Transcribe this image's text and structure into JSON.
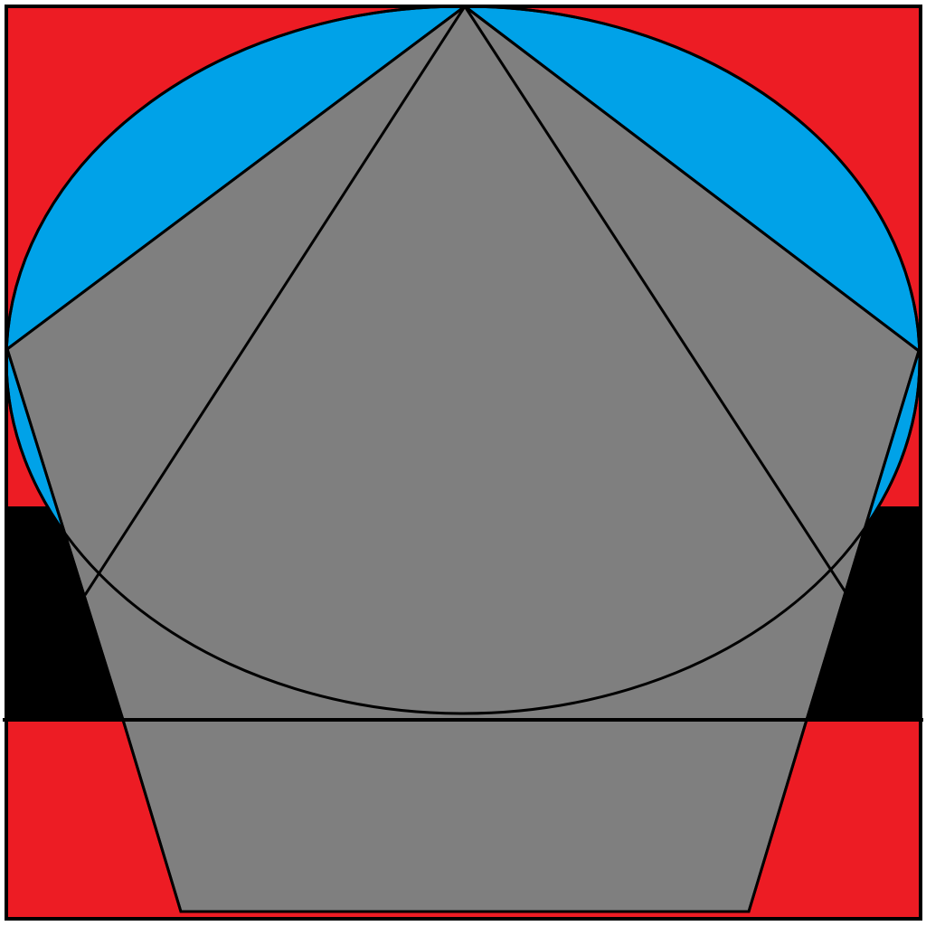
{
  "colors": {
    "red": "#ED1C24",
    "blue": "#00A2E8",
    "gray": "#7F7F7F",
    "black": "#000000",
    "stroke": "#000000"
  },
  "shapes": [
    "red-background-rectangle",
    "black-band",
    "blue-ellipse",
    "gray-pentagon",
    "gray-trapezoid"
  ]
}
